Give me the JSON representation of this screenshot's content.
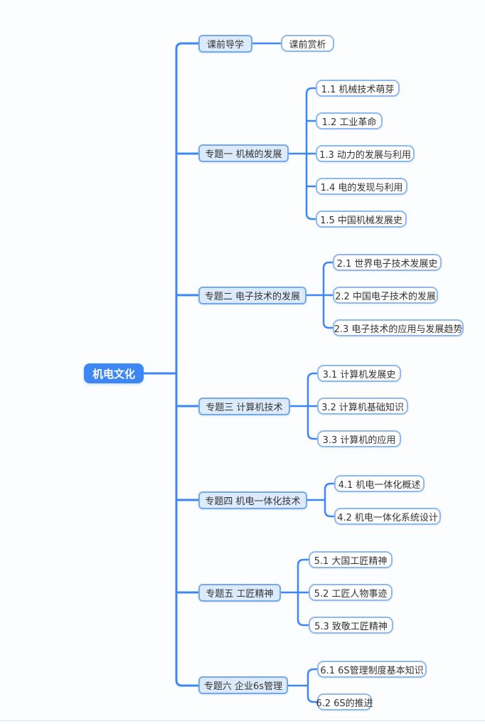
{
  "mindmap": {
    "root": {
      "label": "机电文化"
    },
    "branches": [
      {
        "label": "课前导学",
        "children": [
          {
            "label": "课前赏析"
          }
        ]
      },
      {
        "label": "专题一 机械的发展",
        "children": [
          {
            "label": "1.1 机械技术萌芽"
          },
          {
            "label": "1.2 工业革命"
          },
          {
            "label": "1.3 动力的发展与利用"
          },
          {
            "label": "1.4 电的发现与利用"
          },
          {
            "label": "1.5 中国机械发展史"
          }
        ]
      },
      {
        "label": "专题二 电子技术的发展",
        "children": [
          {
            "label": "2.1 世界电子技术发展史"
          },
          {
            "label": "2.2 中国电子技术的发展"
          },
          {
            "label": "2.3 电子技术的应用与发展趋势"
          }
        ]
      },
      {
        "label": "专题三 计算机技术",
        "children": [
          {
            "label": "3.1 计算机发展史"
          },
          {
            "label": "3.2 计算机基础知识"
          },
          {
            "label": "3.3 计算机的应用"
          }
        ]
      },
      {
        "label": "专题四 机电一体化技术",
        "children": [
          {
            "label": "4.1 机电一体化概述"
          },
          {
            "label": "4.2 机电一体化系统设计"
          }
        ]
      },
      {
        "label": "专题五 工匠精神",
        "children": [
          {
            "label": "5.1 大国工匠精神"
          },
          {
            "label": "5.2 工匠人物事迹"
          },
          {
            "label": "5.3 致敬工匠精神"
          }
        ]
      },
      {
        "label": "专题六 企业6s管理",
        "children": [
          {
            "label": "6.1 6S管理制度基本知识"
          },
          {
            "label": "6.2 6S的推进"
          }
        ]
      }
    ],
    "colors": {
      "accent_blue": "#3D86F4",
      "branch_fill": "#DCEBFC",
      "branch_border": "#74A7F0",
      "leaf_fill": "#FFFFFF",
      "leaf_border": "#8FB8F2",
      "root_text": "#FFFFFF",
      "node_text": "#333333",
      "background": "#FBFDFF",
      "bottom_divider": "#D7E3EA"
    }
  }
}
